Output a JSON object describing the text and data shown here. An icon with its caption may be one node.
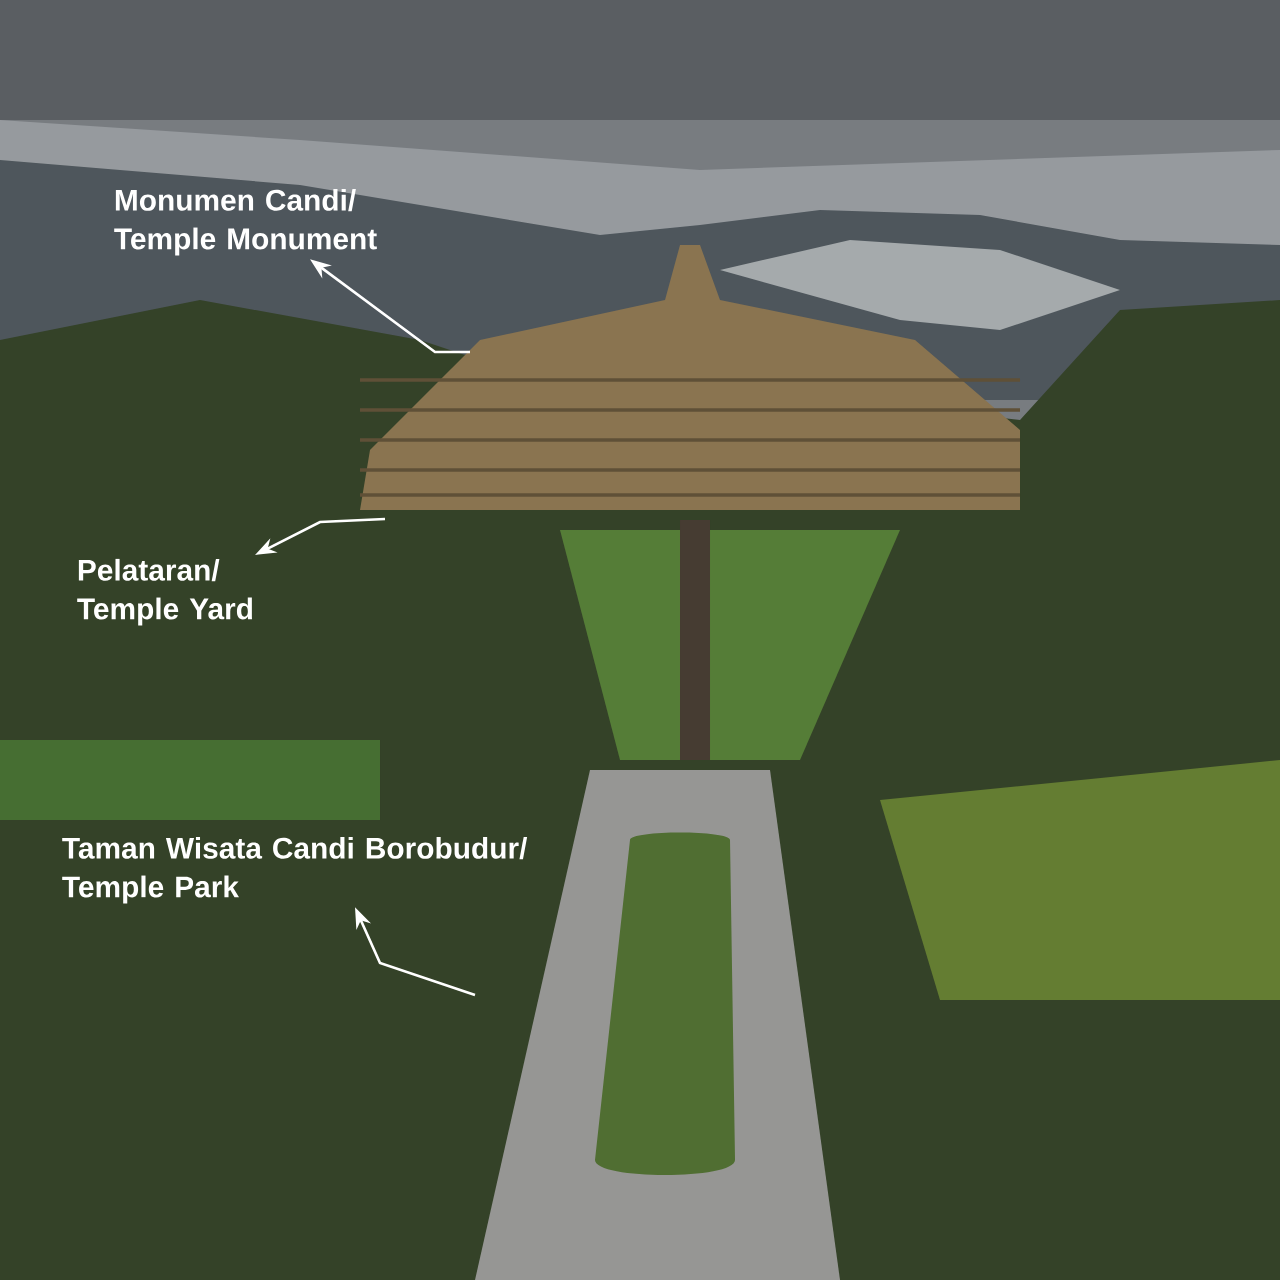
{
  "diagram": {
    "nodes": [
      {
        "text": [
          "Monumen Candi/ Temple Monument"
        ]
      },
      {
        "text": [
          "Pelataran/ Temple Yard"
        ]
      },
      {
        "text": [
          "Taman Wisata Candi Borobudur/ Temple Park"
        ]
      }
    ],
    "edges": [
      {
        "from": null,
        "to": 0,
        "arrow": "to"
      },
      {
        "from": null,
        "to": 1,
        "arrow": "to"
      },
      {
        "from": null,
        "to": 2,
        "arrow": "to"
      }
    ]
  }
}
